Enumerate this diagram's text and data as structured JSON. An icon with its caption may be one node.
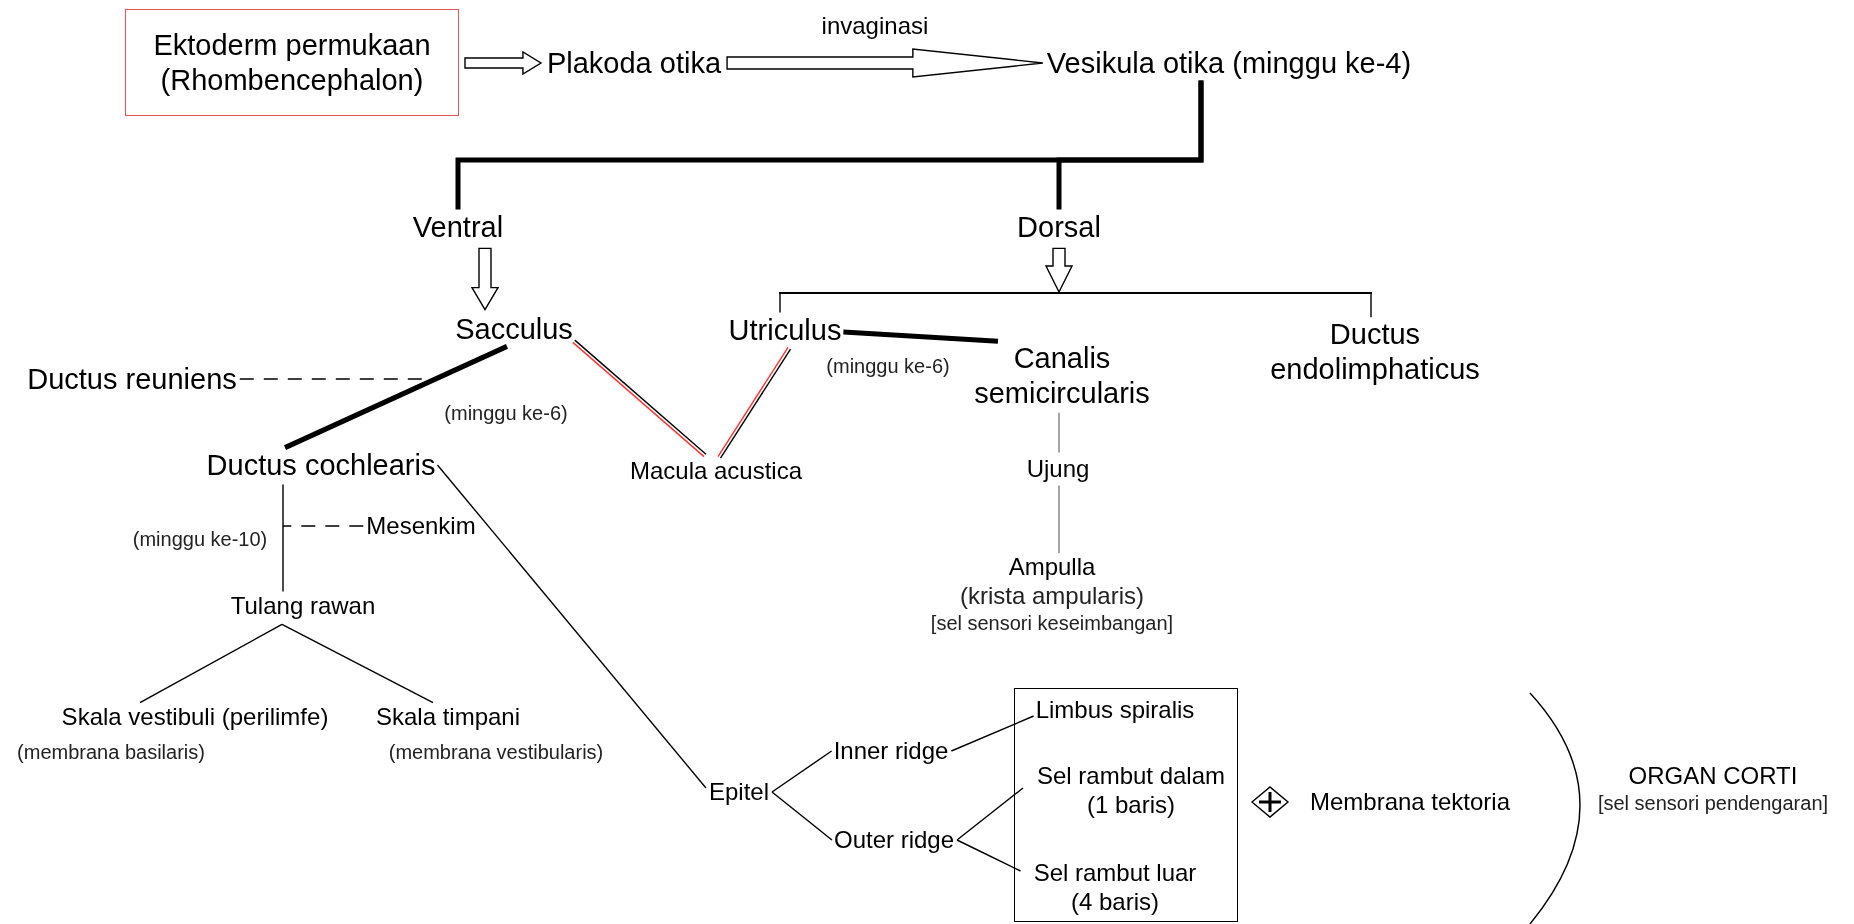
{
  "diagram": {
    "nodes": [
      {
        "text": [
          "Ektoderm permukaan (Rhombencephalon)"
        ]
      },
      {
        "text": [
          "Plakoda otika"
        ]
      },
      {
        "text": [
          "Vesikula otika (minggu ke-4)"
        ]
      },
      {
        "text": [
          "Ventral"
        ]
      },
      {
        "text": [
          "Dorsal"
        ]
      },
      {
        "text": [
          "Sacculus"
        ]
      },
      {
        "text": [
          "Utriculus"
        ]
      },
      {
        "text": [
          "Canalis semicircularis"
        ]
      },
      {
        "text": [
          "Ductus endolimphaticus"
        ]
      },
      {
        "text": [
          "Ductus reuniens"
        ]
      },
      {
        "text": [
          "Ductus cochlearis"
        ]
      },
      {
        "text": [
          "Macula acustica"
        ]
      },
      {
        "text": [
          "Ujung"
        ]
      },
      {
        "text": [
          "Mesenkim"
        ]
      },
      {
        "text": [
          "Ampulla",
          "(krista ampularis)",
          "[sel sensori keseimbangan]"
        ]
      },
      {
        "text": [
          "Tulang rawan"
        ]
      },
      {
        "text": [
          "Skala vestibuli (perilimfe)"
        ],
        "beside": [
          "(membrana basilaris)"
        ]
      },
      {
        "text": [
          "Skala timpani"
        ],
        "beside": [
          "(membrana vestibularis)"
        ]
      },
      {
        "text": [
          "Epitel"
        ]
      },
      {
        "text": [
          "Inner ridge"
        ]
      },
      {
        "text": [
          "Outer ridge"
        ]
      },
      {
        "text": [],
        "shape": "box"
      },
      {
        "text": [
          "Limbus spiralis"
        ],
        "in": 21
      },
      {
        "text": [
          "Sel rambut dalam (1 baris)"
        ],
        "in": 21
      },
      {
        "text": [
          "Sel rambut luar (4 baris)"
        ],
        "in": 21
      },
      {
        "text": [
          "Membrana tektoria"
        ]
      },
      {
        "text": [
          "ORGAN CORTI",
          "[sel sensori pendengaran]"
        ]
      },
      {
        "text": [],
        "shape": "bar"
      }
    ],
    "edges": [
      {
        "from": 0,
        "to": 1,
        "arrow": "to"
      },
      {
        "from": 1,
        "to": 2,
        "arrow": "to",
        "label": "invaginasi"
      },
      {
        "from": 2,
        "to": 3,
        "arrow": "none",
        "style": "thick"
      },
      {
        "from": 2,
        "to": 4,
        "arrow": "none",
        "style": "thick"
      },
      {
        "from": 3,
        "to": 5,
        "arrow": "to"
      },
      {
        "from": 4,
        "to": 27,
        "arrow": "to"
      },
      {
        "from": 27,
        "to": 6,
        "arrow": "none"
      },
      {
        "from": 27,
        "to": 8,
        "arrow": "none"
      },
      {
        "from": 5,
        "to": 10,
        "arrow": "none",
        "style": "thick"
      },
      {
        "from": 9,
        "to": null,
        "arrow": "none",
        "style": "dashed"
      },
      {
        "from": 5,
        "to": 11,
        "arrow": "none",
        "color": "#ff3333"
      },
      {
        "from": 6,
        "to": 11,
        "arrow": "none",
        "color": "#ff3333"
      },
      {
        "from": 6,
        "to": 7,
        "arrow": "none",
        "style": "thick"
      },
      {
        "from": 7,
        "to": 12,
        "arrow": "none",
        "color": "#808080"
      },
      {
        "from": 12,
        "to": 14,
        "arrow": "none",
        "color": "#808080"
      },
      {
        "from": 10,
        "to": 15,
        "arrow": "none"
      },
      {
        "from": 13,
        "to": null,
        "arrow": "none",
        "style": "dashed"
      },
      {
        "from": 15,
        "to": 16,
        "arrow": "none"
      },
      {
        "from": 15,
        "to": 17,
        "arrow": "none"
      },
      {
        "from": 10,
        "to": 18,
        "arrow": "none"
      },
      {
        "from": 18,
        "to": 19,
        "arrow": "none"
      },
      {
        "from": 18,
        "to": 20,
        "arrow": "none"
      },
      {
        "from": 19,
        "to": 22,
        "arrow": "none"
      },
      {
        "from": 20,
        "to": 23,
        "arrow": "none"
      },
      {
        "from": 20,
        "to": 24,
        "arrow": "none"
      }
    ],
    "labels": [
      "(minggu ke-6)",
      "(minggu ke-6)",
      "(minggu ke-10)"
    ]
  }
}
